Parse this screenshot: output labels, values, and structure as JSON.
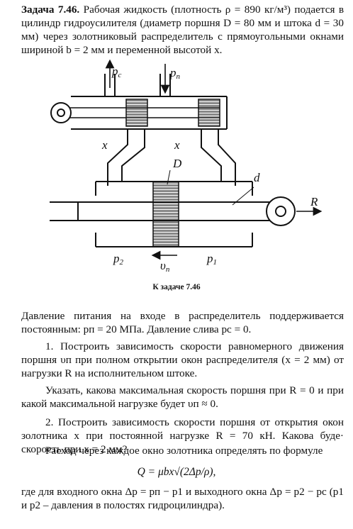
{
  "problem": {
    "title": "Задача 7.46.",
    "statement": "Рабочая жидкость (плотность ρ = 890 кг/м³) подается в цилиндр гидроусилителя (диаметр поршня D = 80 мм и штока d = 30 мм) через золотниковый распределитель с прямоугольными окнами шириной b = 2 мм и переменной высотой x."
  },
  "figure": {
    "labels": {
      "pc": "p",
      "pc_sub": "c",
      "pp": "p",
      "pp_sub": "п",
      "x_left": "x",
      "x_right": "x",
      "D": "D",
      "d": "d",
      "R": "R",
      "p2": "p",
      "p2_sub": "2",
      "vp": "υ",
      "vp_sub": "п",
      "p1": "p",
      "p1_sub": "1"
    },
    "caption": "К задаче 7.46"
  },
  "text": {
    "p1": "Давление питания на входе в распределитель поддерживается постоянным: pп = 20 МПа. Давление слива pc = 0.",
    "p2": "1. Построить зависимость скорости равномерного движения поршня υп при полном открытии окон распределителя (x = 2 мм) от нагрузки R на исполнительном штоке.",
    "p3": "Указать, какова максимальная скорость поршня при R = 0 и при какой максимальной нагрузке будет υп ≈ 0.",
    "p4": "2. Построить зависимость скорости поршня от открытия окон золотника x при постоянной нагрузке R = 70 кН. Какова буде· скорость при x = 2 мм?",
    "p5": "Расход через каждое окно золотника определять по формуле",
    "formula": "Q = μbx√(2Δp/ρ),",
    "p6": "где для входного окна Δp = pп − p1 и выходного окна Δp = p2 − pc (p1 и p2 – давления в полостях гидроцилиндра)."
  }
}
